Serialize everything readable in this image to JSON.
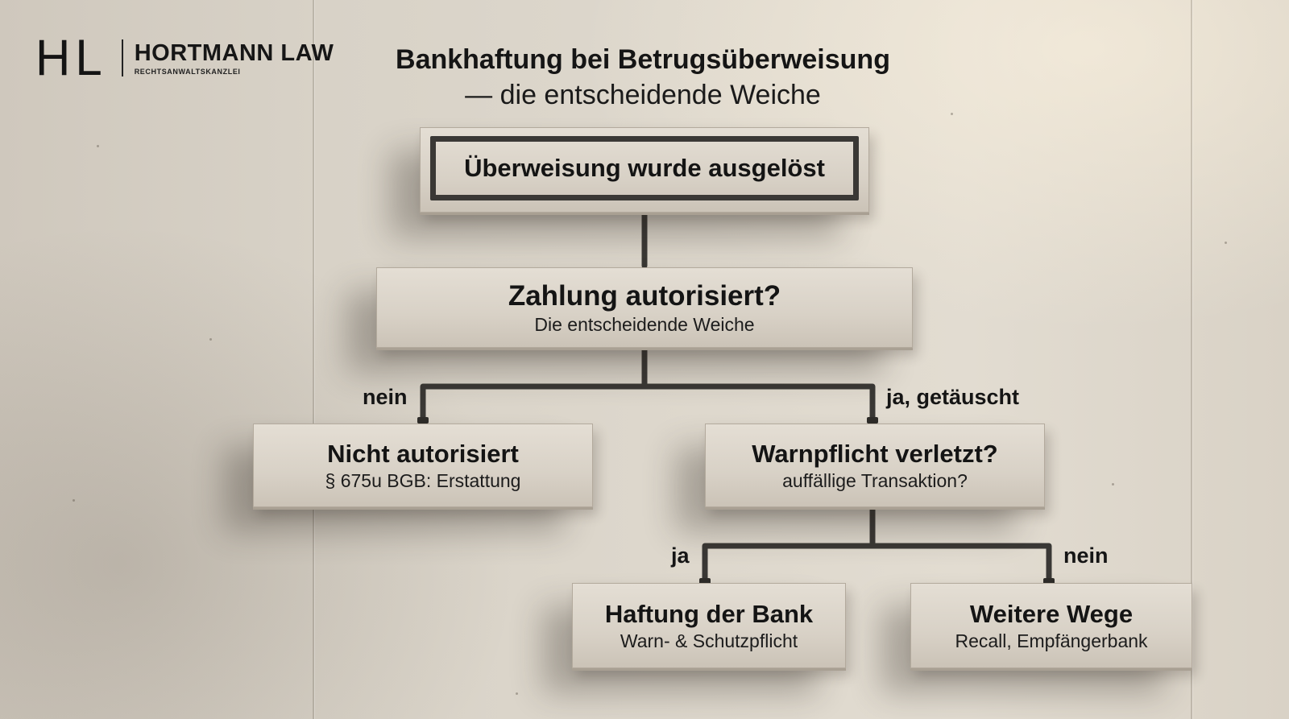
{
  "logo": {
    "mark": "HL",
    "name": "HORTMANN LAW",
    "subtitle": "RECHTSANWALTSKANZLEI"
  },
  "title": {
    "main": "Bankhaftung bei Betrugsüberweisung",
    "sub": "— die entscheidende Weiche"
  },
  "nodes": {
    "start": {
      "title": "Überweisung wurde ausgelöst"
    },
    "decision": {
      "title": "Zahlung autorisiert?",
      "sub": "Die entscheidende Weiche"
    },
    "not_authorized": {
      "title": "Nicht autorisiert",
      "sub": "§ 675u BGB: Erstattung"
    },
    "warning_duty": {
      "title": "Warnpflicht verletzt?",
      "sub": "auffällige Transaktion?"
    },
    "bank_liability": {
      "title": "Haftung der Bank",
      "sub": "Warn- & Schutzpflicht"
    },
    "other_ways": {
      "title": "Weitere Wege",
      "sub": "Recall, Empfängerbank"
    }
  },
  "branches": {
    "no_1": "nein",
    "yes_deceived": "ja, getäuscht",
    "yes_2": "ja",
    "no_2": "nein"
  },
  "colors": {
    "pipe": "#3a3835",
    "block": "#dcd5ca",
    "text": "#141414"
  }
}
